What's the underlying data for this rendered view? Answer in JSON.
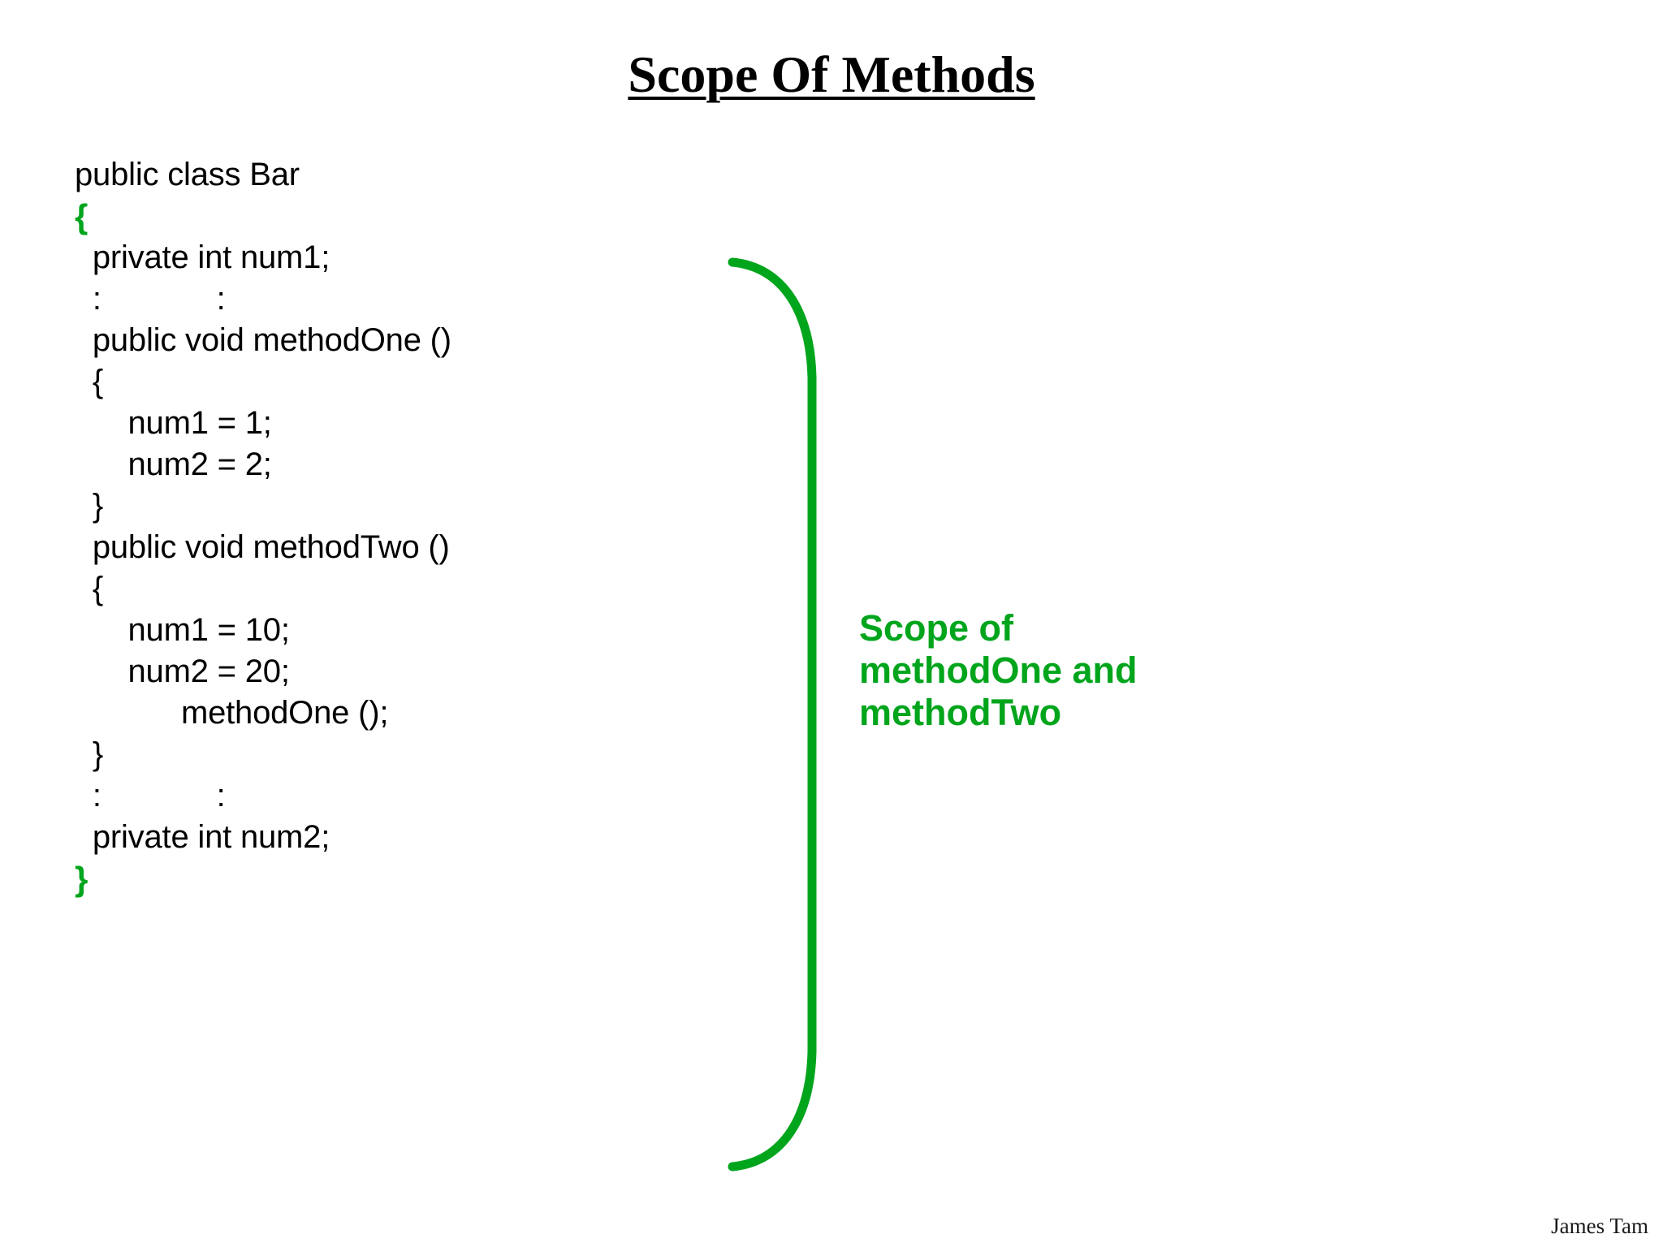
{
  "slide": {
    "title": "Scope Of Methods",
    "background_color": "#FFFFFF",
    "accent_green": "#00A51C",
    "text_color": "#000000"
  },
  "code_block": {
    "language_hint": "java",
    "lines": [
      {
        "text": "public class Bar",
        "indent": 0,
        "color": "black"
      },
      {
        "text": "{",
        "indent": 0,
        "color": "green"
      },
      {
        "text": "  private int num1;",
        "indent": 1,
        "color": "black"
      },
      {
        "text": "  :             :",
        "indent": 1,
        "color": "black"
      },
      {
        "text": "  public void methodOne ()",
        "indent": 1,
        "color": "black"
      },
      {
        "text": "  {",
        "indent": 1,
        "color": "black"
      },
      {
        "text": "      num1 = 1;",
        "indent": 2,
        "color": "black"
      },
      {
        "text": "      num2 = 2;",
        "indent": 2,
        "color": "black"
      },
      {
        "text": "  }",
        "indent": 1,
        "color": "black"
      },
      {
        "text": "  public void methodTwo ()",
        "indent": 1,
        "color": "black"
      },
      {
        "text": "  {",
        "indent": 1,
        "color": "black"
      },
      {
        "text": "      num1 = 10;",
        "indent": 2,
        "color": "black"
      },
      {
        "text": "      num2 = 20;",
        "indent": 2,
        "color": "black"
      },
      {
        "text": "            methodOne ();",
        "indent": 3,
        "color": "black"
      },
      {
        "text": "  }",
        "indent": 1,
        "color": "black"
      },
      {
        "text": "  :             :",
        "indent": 1,
        "color": "black"
      },
      {
        "text": "  private int num2;",
        "indent": 1,
        "color": "black"
      },
      {
        "text": "}",
        "indent": 0,
        "color": "green"
      }
    ]
  },
  "annotation": {
    "icon": "scope-bracket-icon",
    "color": "#00A51C",
    "line1": "Scope of",
    "line2": "methodOne and",
    "line3": "methodTwo"
  },
  "footer": {
    "author": "James Tam"
  }
}
